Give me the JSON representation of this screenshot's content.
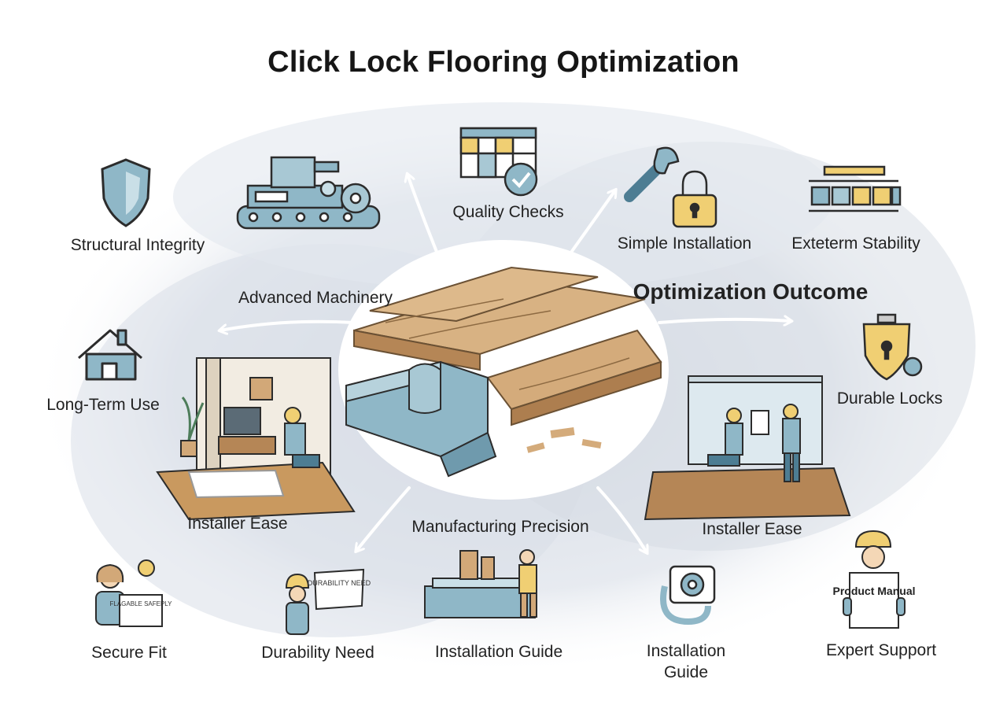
{
  "title": "Click Lock Flooring Optimization",
  "labels": {
    "structural_integrity": "Structural Integrity",
    "advanced_machinery": "Advanced Machinery",
    "quality_checks": "Quality Checks",
    "simple_installation": "Simple Installation",
    "exteterm_stability": "Exteterm Stability",
    "optimization_outcome": "Optimization Outcome",
    "long_term_use": "Long-Term Use",
    "durable_locks": "Durable Locks",
    "installer_ease_left": "Installer Ease",
    "installer_ease_right": "Installer Ease",
    "manufacturing_precision": "Manufacturing Precision",
    "secure_fit": "Secure Fit",
    "durability_need": "Durability Need",
    "installation_guide_center": "Installation Guide",
    "installation_guide_right": "Installation Guide",
    "expert_support": "Expert Support"
  },
  "sign_texts": {
    "durability_sign": "DURABILITY NEED",
    "secure_fit_sign": "FLAGABLE SAFEPLY",
    "product_manual": "Product Manual"
  },
  "colors": {
    "blue": "#8fb7c7",
    "blue_dark": "#4d7d93",
    "wood": "#d2a878",
    "wood_dark": "#a9794b",
    "yellow": "#f0cf73",
    "ink": "#2c2c2c",
    "wash": "#d7dde6"
  }
}
